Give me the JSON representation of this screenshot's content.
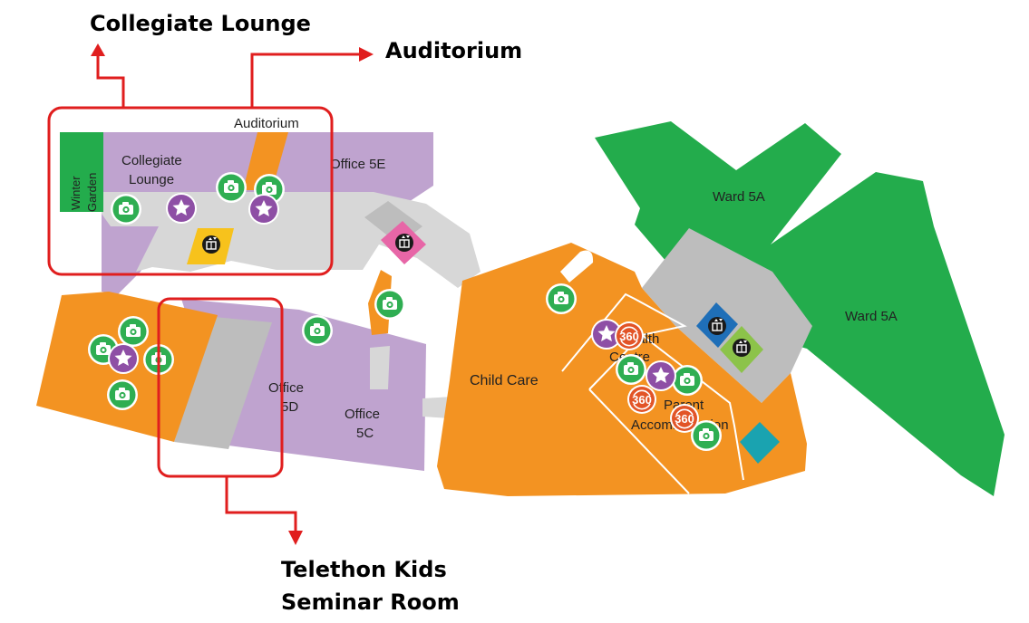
{
  "callouts": {
    "collegiate_lounge": "Collegiate Lounge",
    "auditorium": "Auditorium",
    "telethon_line1": "Telethon Kids",
    "telethon_line2": "Seminar Room"
  },
  "rooms": {
    "auditorium": "Auditorium",
    "collegiate_line1": "Collegiate",
    "collegiate_line2": "Lounge",
    "winter_line1": "Winter",
    "winter_line2": "Garden",
    "office_5e": "Office 5E",
    "office_5d_line1": "Office",
    "office_5d_line2": "5D",
    "office_5c_line1": "Office",
    "office_5c_line2": "5C",
    "ward_5a_top": "Ward 5A",
    "ward_5a_right": "Ward 5A",
    "child_care": "Child Care",
    "health_line1": "Health",
    "health_line2": "Centre",
    "parent_line1": "Parent",
    "parent_line2": "Accommodation"
  },
  "markers": {
    "panorama_label": "360"
  },
  "colors": {
    "lilac": "#bfa3cf",
    "orange": "#f39322",
    "green": "#23ac4c",
    "grey": "#bdbdbd",
    "corridor": "#d7d7d7",
    "callout_red": "#e01e1e",
    "marker_green": "#2fae52",
    "marker_purple": "#8e4fa5",
    "marker_red": "#e25427",
    "lift_yellow": "#f7c21c",
    "lift_pink": "#e766a7",
    "lift_blue": "#1f6fb8",
    "lift_lightgreen": "#8cc34a",
    "teal": "#1aa3b0"
  }
}
